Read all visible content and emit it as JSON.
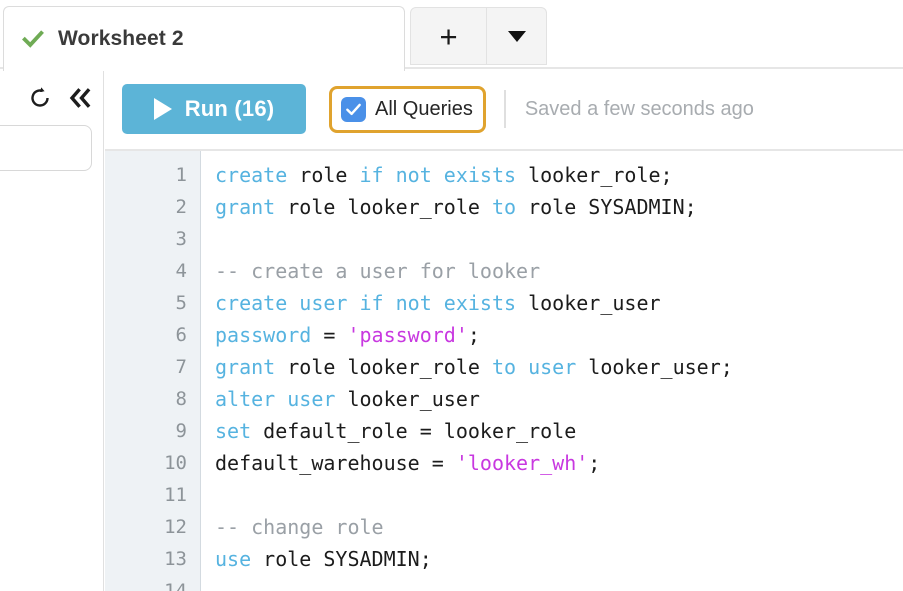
{
  "tabbar": {
    "active_tab": {
      "label": "Worksheet 2",
      "status_icon": "check-icon",
      "status_color": "#6fab55"
    },
    "add_tab_label": "+",
    "dropdown_icon": "caret-down-icon"
  },
  "sidebar": {
    "refresh_icon": "refresh-icon",
    "collapse_icon": "double-chevron-left-icon",
    "search_value": "",
    "search_placeholder": ""
  },
  "toolbar": {
    "run_label": "Run (16)",
    "run_icon": "play-icon",
    "run_color": "#5cb4d7",
    "all_queries_label": "All Queries",
    "all_queries_checked": true,
    "all_queries_highlight_color": "#e0a32e",
    "checkbox_color": "#4a90e8",
    "saved_status": "Saved a few seconds ago"
  },
  "editor": {
    "gutter_bg": "#eef2f5",
    "keyword_color": "#56b3e0",
    "string_color": "#c838e0",
    "comment_color": "#9aa0a6",
    "lines": [
      {
        "n": "1",
        "tokens": [
          {
            "t": "create",
            "c": "kw"
          },
          {
            "t": " role ",
            "c": "pln"
          },
          {
            "t": "if not exists",
            "c": "kw"
          },
          {
            "t": " looker_role;",
            "c": "pln"
          }
        ]
      },
      {
        "n": "2",
        "tokens": [
          {
            "t": "grant",
            "c": "kw"
          },
          {
            "t": " role looker_role ",
            "c": "pln"
          },
          {
            "t": "to",
            "c": "kw"
          },
          {
            "t": " role SYSADMIN;",
            "c": "pln"
          }
        ]
      },
      {
        "n": "3",
        "tokens": []
      },
      {
        "n": "4",
        "tokens": [
          {
            "t": "-- create a user for looker",
            "c": "cmt"
          }
        ]
      },
      {
        "n": "5",
        "tokens": [
          {
            "t": "create user if not exists",
            "c": "kw"
          },
          {
            "t": " looker_user",
            "c": "pln"
          }
        ]
      },
      {
        "n": "6",
        "tokens": [
          {
            "t": "password",
            "c": "kw"
          },
          {
            "t": " = ",
            "c": "pln"
          },
          {
            "t": "'password'",
            "c": "str"
          },
          {
            "t": ";",
            "c": "pln"
          }
        ]
      },
      {
        "n": "7",
        "tokens": [
          {
            "t": "grant",
            "c": "kw"
          },
          {
            "t": " role looker_role ",
            "c": "pln"
          },
          {
            "t": "to user",
            "c": "kw"
          },
          {
            "t": " looker_user;",
            "c": "pln"
          }
        ]
      },
      {
        "n": "8",
        "tokens": [
          {
            "t": "alter user",
            "c": "kw"
          },
          {
            "t": " looker_user",
            "c": "pln"
          }
        ]
      },
      {
        "n": "9",
        "tokens": [
          {
            "t": "set",
            "c": "kw"
          },
          {
            "t": " default_role = looker_role",
            "c": "pln"
          }
        ]
      },
      {
        "n": "10",
        "tokens": [
          {
            "t": "default_warehouse = ",
            "c": "pln"
          },
          {
            "t": "'looker_wh'",
            "c": "str"
          },
          {
            "t": ";",
            "c": "pln"
          }
        ]
      },
      {
        "n": "11",
        "tokens": []
      },
      {
        "n": "12",
        "tokens": [
          {
            "t": "-- change role",
            "c": "cmt"
          }
        ]
      },
      {
        "n": "13",
        "tokens": [
          {
            "t": "use",
            "c": "kw"
          },
          {
            "t": " role SYSADMIN;",
            "c": "pln"
          }
        ]
      },
      {
        "n": "14",
        "tokens": []
      }
    ]
  }
}
